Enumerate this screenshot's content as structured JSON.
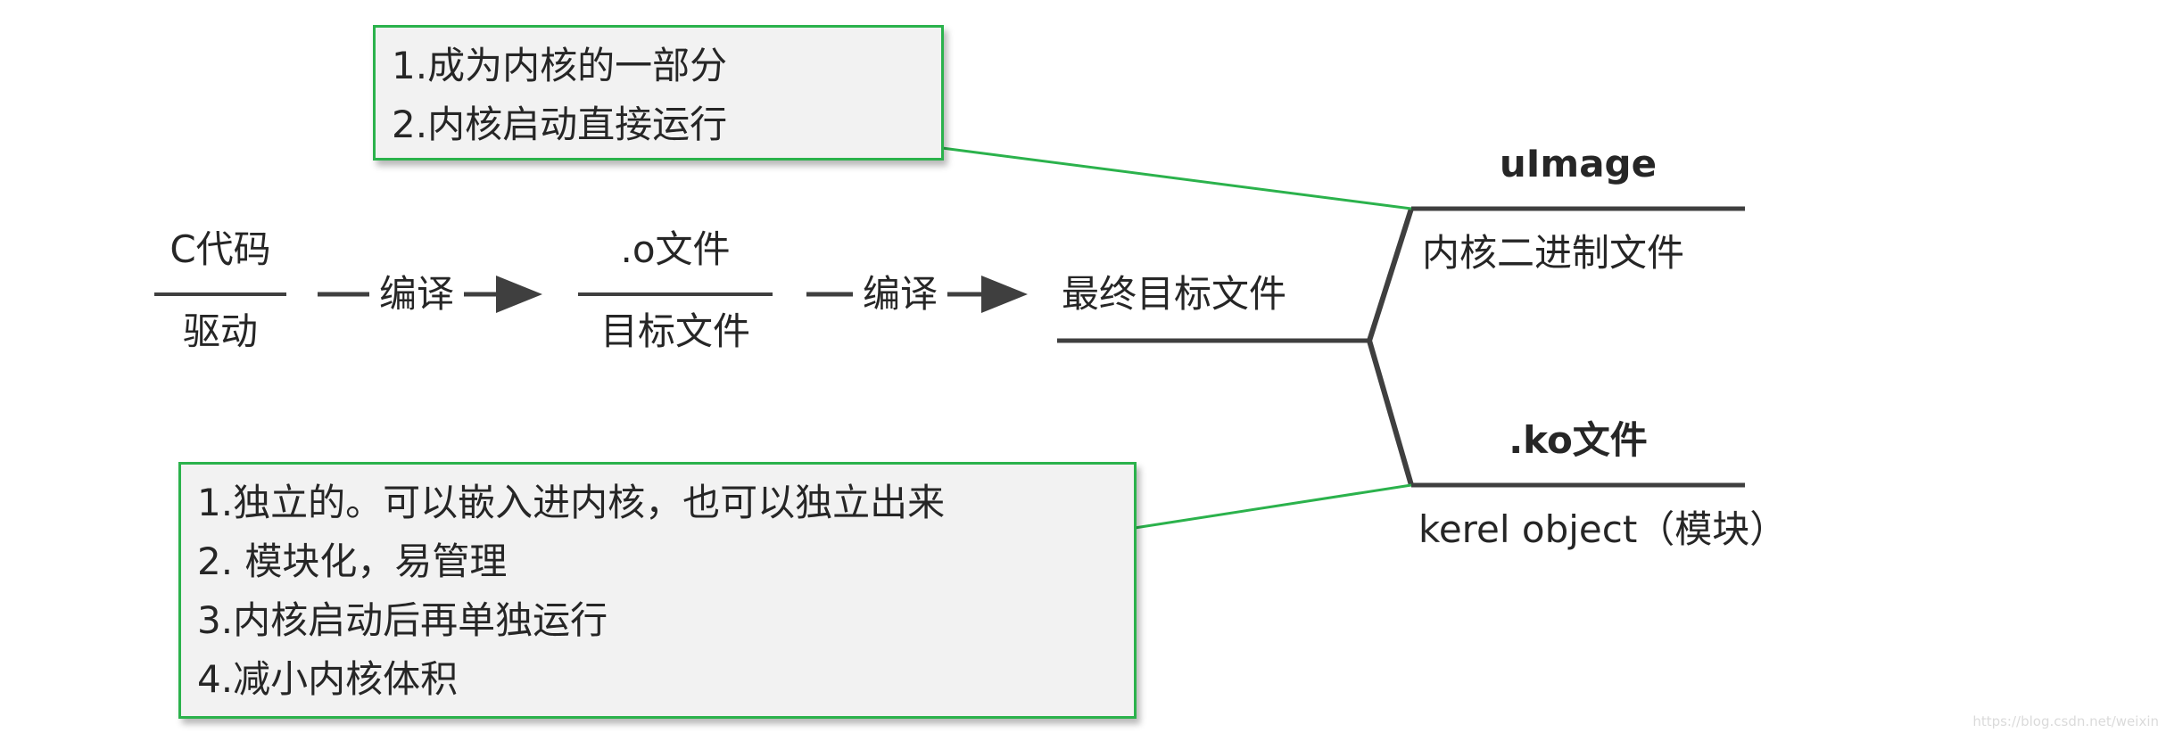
{
  "colors": {
    "green": "#2bb24c",
    "line": "#3f3f3f",
    "text": "#262626",
    "note_bg": "#f2f2f2"
  },
  "top_note": {
    "lines": [
      "1.成为内核的一部分",
      "2.内核启动直接运行"
    ]
  },
  "bottom_note": {
    "lines": [
      "1.独立的。可以嵌入进内核，也可以独立出来",
      "2. 模块化，易管理",
      "3.内核启动后再单独运行",
      "4.减小内核体积"
    ]
  },
  "flow": {
    "source": {
      "top": "C代码",
      "bottom": "驱动"
    },
    "arrow1_label": "编译",
    "object": {
      "top": ".o文件",
      "bottom": "目标文件"
    },
    "arrow2_label": "编译",
    "final": "最终目标文件"
  },
  "branches": {
    "top": {
      "title": "uImage",
      "subtitle": "内核二进制文件"
    },
    "bottom": {
      "title": ".ko文件",
      "subtitle": "kerel object（模块）"
    }
  },
  "watermark": "https://blog.csdn.net/weixin"
}
